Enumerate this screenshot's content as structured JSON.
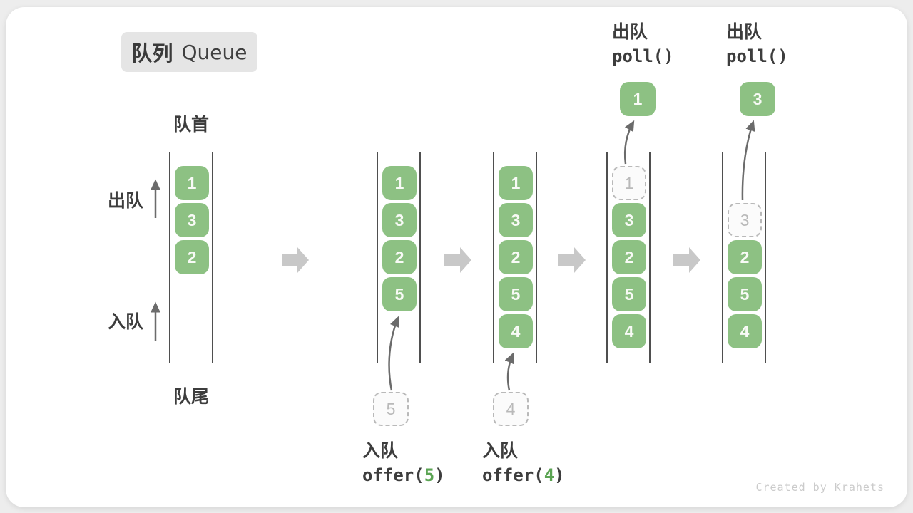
{
  "title": {
    "zh": "队列",
    "en": "Queue"
  },
  "labels": {
    "front": "队首",
    "rear": "队尾",
    "dequeue": "出队",
    "enqueue": "入队"
  },
  "colors": {
    "cell_green": "#8dc183",
    "code_arg_green": "#5ba453",
    "ghost_gray": "#b9b9b9",
    "wall_gray": "#4f4f4f",
    "block_arrow_gray": "#c8c8c8"
  },
  "states": [
    {
      "items": [
        "1",
        "3",
        "2"
      ]
    },
    {
      "items": [
        "1",
        "3",
        "2",
        "5"
      ],
      "pending": "5",
      "op": {
        "action": "入队",
        "code_pre": "offer(",
        "arg": "5",
        "code_post": ")"
      }
    },
    {
      "items": [
        "1",
        "3",
        "2",
        "5",
        "4"
      ],
      "pending": "4",
      "op": {
        "action": "入队",
        "code_pre": "offer(",
        "arg": "4",
        "code_post": ")"
      }
    },
    {
      "removed": "1",
      "items": [
        "3",
        "2",
        "5",
        "4"
      ],
      "result": "1",
      "op": {
        "action": "出队",
        "code": "poll()"
      }
    },
    {
      "removed": "3",
      "items": [
        "2",
        "5",
        "4"
      ],
      "result": "3",
      "op": {
        "action": "出队",
        "code": "poll()"
      }
    }
  ],
  "watermark": "Created by Krahets"
}
